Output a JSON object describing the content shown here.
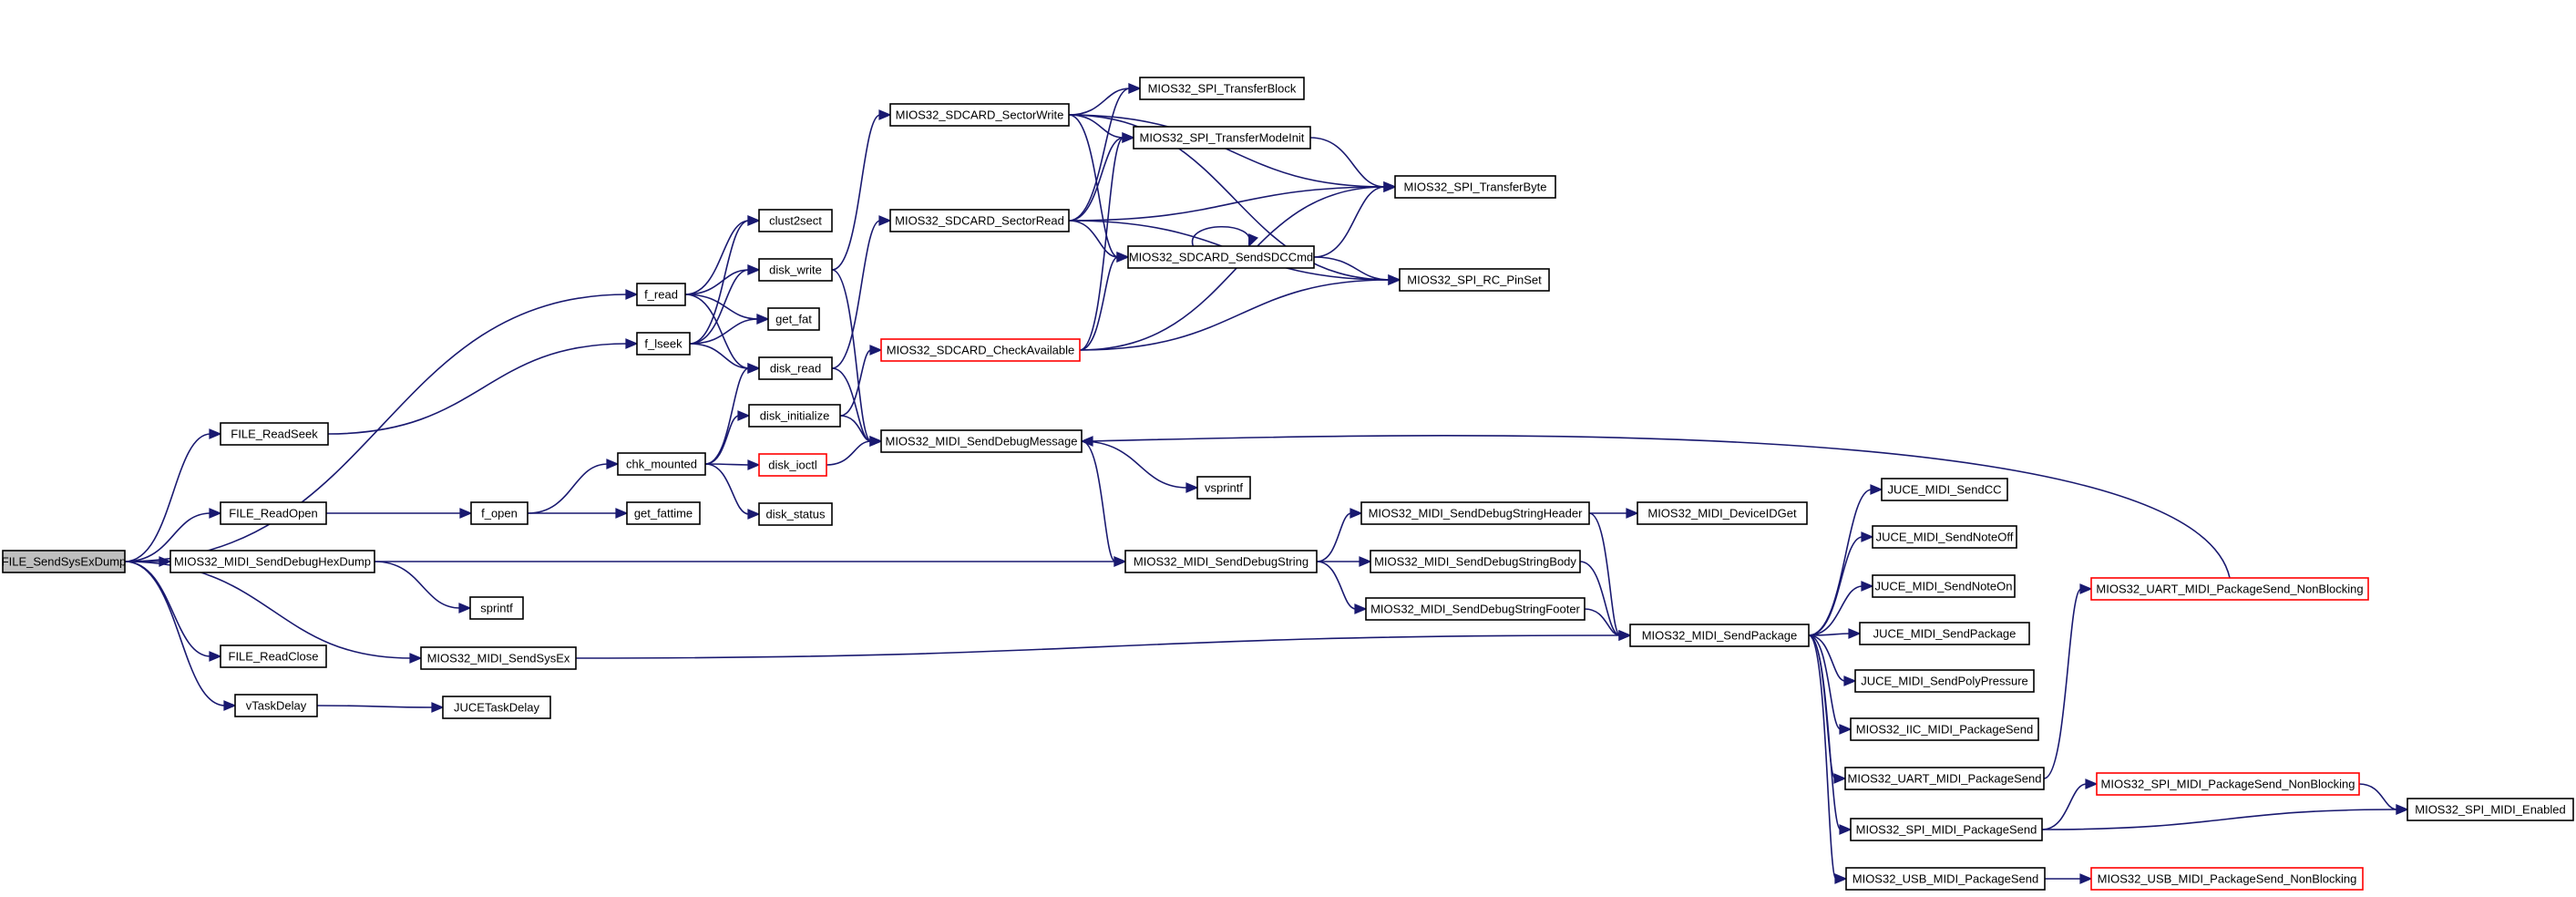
{
  "colors": {
    "edge": "#191970",
    "node_border": "#000000",
    "node_border_truncated": "#ff0000",
    "node_fill": "#ffffff",
    "root_fill": "#bfbfbf",
    "background": "#ffffff"
  },
  "nodes": {
    "send_sysex_dump": {
      "label": "FILE_SendSysExDump",
      "root": true,
      "truncated": false
    },
    "read_seek": {
      "label": "FILE_ReadSeek",
      "truncated": false
    },
    "read_open": {
      "label": "FILE_ReadOpen",
      "truncated": false
    },
    "send_debug_hexdump": {
      "label": "MIOS32_MIDI_SendDebugHexDump",
      "truncated": false
    },
    "read_close": {
      "label": "FILE_ReadClose",
      "truncated": false
    },
    "send_sysex": {
      "label": "MIOS32_MIDI_SendSysEx",
      "truncated": false
    },
    "vtask_delay": {
      "label": "vTaskDelay",
      "truncated": false
    },
    "juce_task_delay": {
      "label": "JUCETaskDelay",
      "truncated": false
    },
    "sprintf": {
      "label": "sprintf",
      "truncated": false
    },
    "f_read": {
      "label": "f_read",
      "truncated": false
    },
    "f_lseek": {
      "label": "f_lseek",
      "truncated": false
    },
    "f_open": {
      "label": "f_open",
      "truncated": false
    },
    "get_fattime": {
      "label": "get_fattime",
      "truncated": false
    },
    "chk_mounted": {
      "label": "chk_mounted",
      "truncated": false
    },
    "clust2sect": {
      "label": "clust2sect",
      "truncated": false
    },
    "disk_write": {
      "label": "disk_write",
      "truncated": false
    },
    "get_fat": {
      "label": "get_fat",
      "truncated": false
    },
    "disk_read": {
      "label": "disk_read",
      "truncated": false
    },
    "disk_initialize": {
      "label": "disk_initialize",
      "truncated": false
    },
    "disk_ioctl": {
      "label": "disk_ioctl",
      "truncated": true
    },
    "disk_status": {
      "label": "disk_status",
      "truncated": false
    },
    "sdcard_sectorwrite": {
      "label": "MIOS32_SDCARD_SectorWrite",
      "truncated": false
    },
    "sdcard_sectorread": {
      "label": "MIOS32_SDCARD_SectorRead",
      "truncated": false
    },
    "sdcard_checkavailable": {
      "label": "MIOS32_SDCARD_CheckAvailable",
      "truncated": true
    },
    "send_debug_message": {
      "label": "MIOS32_MIDI_SendDebugMessage",
      "truncated": false
    },
    "vsprintf": {
      "label": "vsprintf",
      "truncated": false
    },
    "send_debug_string": {
      "label": "MIOS32_MIDI_SendDebugString",
      "truncated": false
    },
    "spi_transferblock": {
      "label": "MIOS32_SPI_TransferBlock",
      "truncated": false
    },
    "spi_transfermodeinit": {
      "label": "MIOS32_SPI_TransferModeInit",
      "truncated": false
    },
    "sdcard_sendsdccmd": {
      "label": "MIOS32_SDCARD_SendSDCCmd",
      "truncated": false
    },
    "spi_transferbyte": {
      "label": "MIOS32_SPI_TransferByte",
      "truncated": false
    },
    "spi_rc_pinset": {
      "label": "MIOS32_SPI_RC_PinSet",
      "truncated": false
    },
    "debug_string_header": {
      "label": "MIOS32_MIDI_SendDebugStringHeader",
      "truncated": false
    },
    "debug_string_body": {
      "label": "MIOS32_MIDI_SendDebugStringBody",
      "truncated": false
    },
    "debug_string_footer": {
      "label": "MIOS32_MIDI_SendDebugStringFooter",
      "truncated": false
    },
    "device_id_get": {
      "label": "MIOS32_MIDI_DeviceIDGet",
      "truncated": false
    },
    "send_package": {
      "label": "MIOS32_MIDI_SendPackage",
      "truncated": false
    },
    "juce_send_cc": {
      "label": "JUCE_MIDI_SendCC",
      "truncated": false
    },
    "juce_send_noteoff": {
      "label": "JUCE_MIDI_SendNoteOff",
      "truncated": false
    },
    "juce_send_noteon": {
      "label": "JUCE_MIDI_SendNoteOn",
      "truncated": false
    },
    "juce_send_package": {
      "label": "JUCE_MIDI_SendPackage",
      "truncated": false
    },
    "juce_send_polypressure": {
      "label": "JUCE_MIDI_SendPolyPressure",
      "truncated": false
    },
    "iic_package_send": {
      "label": "MIOS32_IIC_MIDI_PackageSend",
      "truncated": false
    },
    "uart_package_send": {
      "label": "MIOS32_UART_MIDI_PackageSend",
      "truncated": false
    },
    "spi_package_send": {
      "label": "MIOS32_SPI_MIDI_PackageSend",
      "truncated": false
    },
    "usb_package_send": {
      "label": "MIOS32_USB_MIDI_PackageSend",
      "truncated": false
    },
    "uart_package_send_nb": {
      "label": "MIOS32_UART_MIDI_PackageSend_NonBlocking",
      "truncated": true
    },
    "spi_package_send_nb": {
      "label": "MIOS32_SPI_MIDI_PackageSend_NonBlocking",
      "truncated": true
    },
    "spi_midi_enabled": {
      "label": "MIOS32_SPI_MIDI_Enabled",
      "truncated": false
    },
    "usb_package_send_nb": {
      "label": "MIOS32_USB_MIDI_PackageSend_NonBlocking",
      "truncated": true
    }
  },
  "edges": [
    [
      "send_sysex_dump",
      "f_read"
    ],
    [
      "send_sysex_dump",
      "read_seek"
    ],
    [
      "send_sysex_dump",
      "read_open"
    ],
    [
      "send_sysex_dump",
      "send_debug_hexdump"
    ],
    [
      "send_sysex_dump",
      "read_close"
    ],
    [
      "send_sysex_dump",
      "send_sysex"
    ],
    [
      "send_sysex_dump",
      "vtask_delay"
    ],
    [
      "read_seek",
      "f_lseek"
    ],
    [
      "read_open",
      "f_open"
    ],
    [
      "send_debug_hexdump",
      "sprintf"
    ],
    [
      "send_debug_hexdump",
      "send_debug_string"
    ],
    [
      "send_sysex",
      "send_package"
    ],
    [
      "vtask_delay",
      "juce_task_delay"
    ],
    [
      "f_read",
      "clust2sect"
    ],
    [
      "f_read",
      "disk_write"
    ],
    [
      "f_read",
      "get_fat"
    ],
    [
      "f_read",
      "disk_read"
    ],
    [
      "f_lseek",
      "clust2sect"
    ],
    [
      "f_lseek",
      "disk_write"
    ],
    [
      "f_lseek",
      "get_fat"
    ],
    [
      "f_lseek",
      "disk_read"
    ],
    [
      "f_open",
      "chk_mounted"
    ],
    [
      "f_open",
      "get_fattime"
    ],
    [
      "chk_mounted",
      "disk_read"
    ],
    [
      "chk_mounted",
      "disk_initialize"
    ],
    [
      "chk_mounted",
      "disk_ioctl"
    ],
    [
      "chk_mounted",
      "disk_status"
    ],
    [
      "disk_write",
      "sdcard_sectorwrite"
    ],
    [
      "disk_write",
      "send_debug_message"
    ],
    [
      "disk_read",
      "sdcard_sectorread"
    ],
    [
      "disk_read",
      "send_debug_message"
    ],
    [
      "disk_initialize",
      "sdcard_checkavailable"
    ],
    [
      "disk_initialize",
      "send_debug_message"
    ],
    [
      "disk_ioctl",
      "send_debug_message"
    ],
    [
      "sdcard_sectorwrite",
      "spi_transferblock"
    ],
    [
      "sdcard_sectorwrite",
      "spi_transfermodeinit"
    ],
    [
      "sdcard_sectorwrite",
      "spi_transferbyte"
    ],
    [
      "sdcard_sectorwrite",
      "spi_rc_pinset"
    ],
    [
      "sdcard_sectorwrite",
      "sdcard_sendsdccmd"
    ],
    [
      "sdcard_sectorread",
      "spi_transferblock"
    ],
    [
      "sdcard_sectorread",
      "spi_transfermodeinit"
    ],
    [
      "sdcard_sectorread",
      "spi_transferbyte"
    ],
    [
      "sdcard_sectorread",
      "sdcard_sendsdccmd"
    ],
    [
      "sdcard_sectorread",
      "spi_rc_pinset"
    ],
    [
      "sdcard_checkavailable",
      "spi_transfermodeinit"
    ],
    [
      "sdcard_checkavailable",
      "sdcard_sendsdccmd"
    ],
    [
      "sdcard_checkavailable",
      "spi_transferbyte"
    ],
    [
      "sdcard_checkavailable",
      "spi_rc_pinset"
    ],
    [
      "sdcard_sendsdccmd",
      "sdcard_sendsdccmd"
    ],
    [
      "sdcard_sendsdccmd",
      "spi_transferbyte"
    ],
    [
      "sdcard_sendsdccmd",
      "spi_rc_pinset"
    ],
    [
      "spi_transfermodeinit",
      "spi_transferbyte"
    ],
    [
      "send_debug_message",
      "vsprintf"
    ],
    [
      "send_debug_message",
      "send_debug_string"
    ],
    [
      "send_debug_string",
      "debug_string_header"
    ],
    [
      "send_debug_string",
      "debug_string_body"
    ],
    [
      "send_debug_string",
      "debug_string_footer"
    ],
    [
      "debug_string_header",
      "device_id_get"
    ],
    [
      "debug_string_header",
      "send_package"
    ],
    [
      "debug_string_body",
      "send_package"
    ],
    [
      "debug_string_footer",
      "send_package"
    ],
    [
      "send_package",
      "juce_send_cc"
    ],
    [
      "send_package",
      "juce_send_noteoff"
    ],
    [
      "send_package",
      "juce_send_noteon"
    ],
    [
      "send_package",
      "juce_send_package"
    ],
    [
      "send_package",
      "juce_send_polypressure"
    ],
    [
      "send_package",
      "iic_package_send"
    ],
    [
      "send_package",
      "uart_package_send"
    ],
    [
      "send_package",
      "spi_package_send"
    ],
    [
      "send_package",
      "usb_package_send"
    ],
    [
      "uart_package_send",
      "uart_package_send_nb"
    ],
    [
      "uart_package_send_nb",
      "send_debug_message"
    ],
    [
      "spi_package_send",
      "spi_package_send_nb"
    ],
    [
      "spi_package_send",
      "spi_midi_enabled"
    ],
    [
      "spi_package_send_nb",
      "spi_midi_enabled"
    ],
    [
      "usb_package_send",
      "usb_package_send_nb"
    ]
  ]
}
